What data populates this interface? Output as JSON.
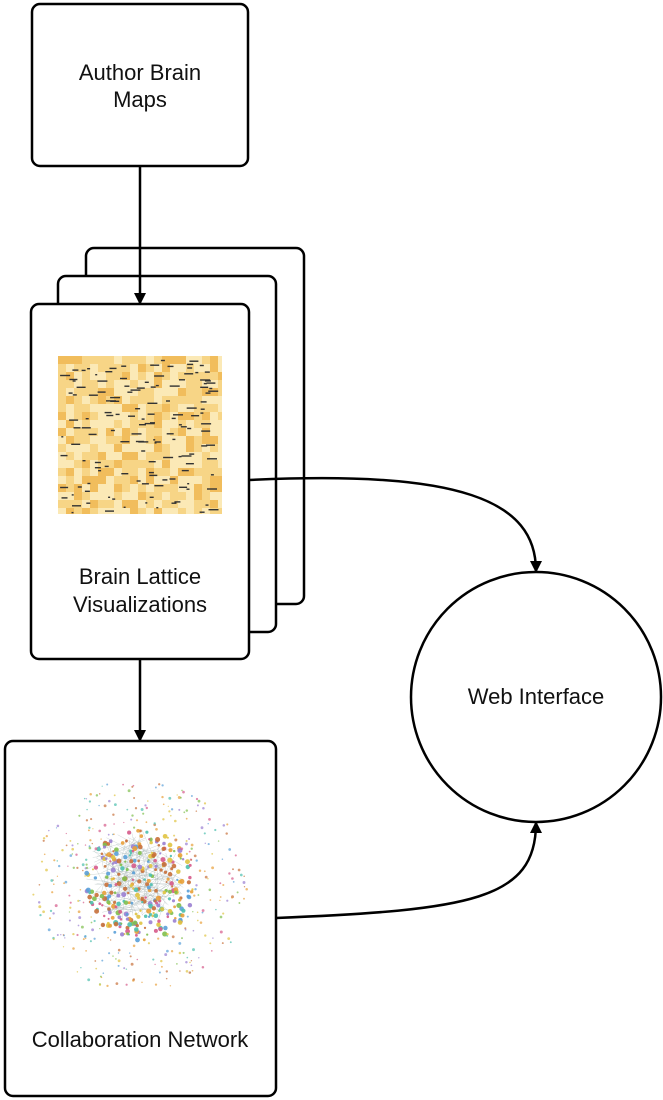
{
  "nodes": {
    "author_brain_maps": {
      "label_line1": "Author Brain",
      "label_line2": "Maps"
    },
    "brain_lattice": {
      "label_line1": "Brain Lattice",
      "label_line2": "Visualizations"
    },
    "web_interface": {
      "label": "Web Interface"
    },
    "collaboration_network": {
      "label": "Collaboration Network"
    }
  },
  "edges": [
    {
      "from": "Author Brain Maps",
      "to": "Brain Lattice Visualizations"
    },
    {
      "from": "Brain Lattice Visualizations",
      "to": "Collaboration Network"
    },
    {
      "from": "Brain Lattice Visualizations",
      "to": "Web Interface"
    },
    {
      "from": "Collaboration Network",
      "to": "Web Interface"
    }
  ],
  "colors": {
    "stroke": "#000000",
    "lattice_light": "#fbe9b6",
    "lattice_mid": "#f7d586",
    "lattice_dark": "#f1bd5c",
    "network_palette": [
      "#e8a03a",
      "#7fbf4d",
      "#5aa0d8",
      "#d65a8a",
      "#9a7fd1",
      "#e0c340",
      "#4bbfae",
      "#c8703a"
    ]
  }
}
